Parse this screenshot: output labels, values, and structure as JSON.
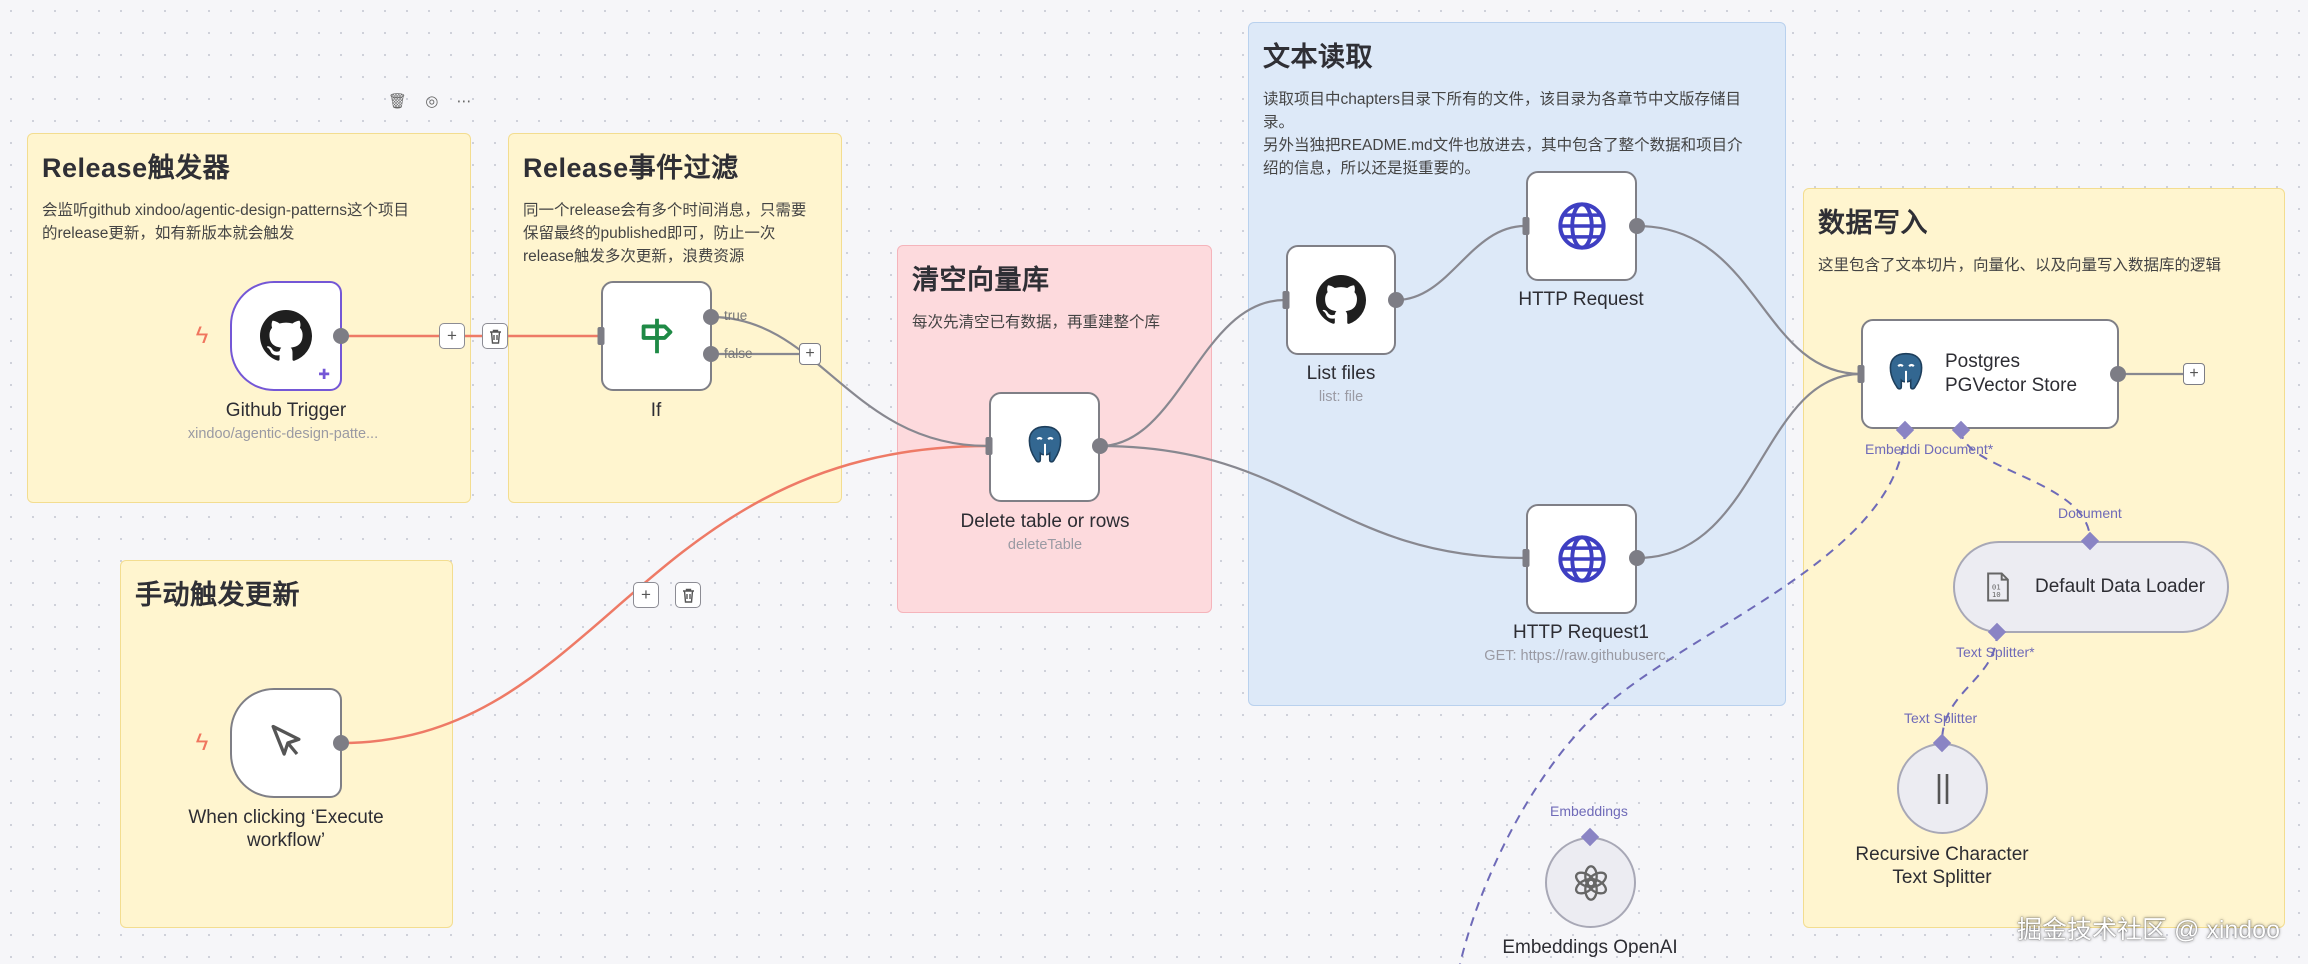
{
  "toolbar": {
    "delete_icon": "🗑",
    "color_icon": "◎",
    "more_icon": "⋯"
  },
  "notes": {
    "release_trigger": {
      "title": "Release触发器",
      "body": "会监听github xindoo/agentic-design-patterns这个项目\n的release更新，如有新版本就会触发"
    },
    "release_filter": {
      "title": "Release事件过滤",
      "body": "同一个release会有多个时间消息，只需要\n保留最终的published即可，防止一次\nrelease触发多次更新，浪费资源"
    },
    "manual_trigger": {
      "title": "手动触发更新",
      "body": ""
    },
    "clear_store": {
      "title": "清空向量库",
      "body": "每次先清空已有数据，再重建整个库"
    },
    "read_text": {
      "title": "文本读取",
      "body": "读取项目中chapters目录下所有的文件，该目录为各章节中文版存储目\n录。\n另外当独把README.md文件也放进去，其中包含了整个数据和项目介\n绍的信息，所以还是挺重要的。"
    },
    "write_data": {
      "title": "数据写入",
      "body": "这里包含了文本切片，向量化、以及向量写入数据库的逻辑"
    }
  },
  "nodes": {
    "github_trigger": {
      "name": "Github Trigger",
      "sub": "xindoo/agentic-design-patte..."
    },
    "if": {
      "name": "If",
      "sub": ""
    },
    "manual": {
      "name": "When clicking ‘Execute\nworkflow’",
      "sub": ""
    },
    "delete": {
      "name": "Delete table or rows",
      "sub": "deleteTable"
    },
    "list_files": {
      "name": "List files",
      "sub": "list: file"
    },
    "http1": {
      "name": "HTTP Request",
      "sub": ""
    },
    "http2": {
      "name": "HTTP Request1",
      "sub": "GET: https://raw.githubuserc..."
    },
    "pgvector": {
      "name": "Postgres\nPGVector Store",
      "sub": ""
    },
    "loader": {
      "name": "Default Data Loader",
      "sub": ""
    },
    "splitter": {
      "name": "Recursive Character\nText Splitter",
      "sub": ""
    },
    "embeddings": {
      "name": "Embeddings OpenAI",
      "sub": ""
    }
  },
  "ports": {
    "if_true": "true",
    "if_false": "false",
    "embedding": "Embeddi",
    "document_req": "Document*",
    "document": "Document",
    "text_splitter_req": "Text Splitter*",
    "text_splitter": "Text Splitter",
    "embeddings": "Embeddings"
  },
  "icons": {
    "github_trigger": "github-icon",
    "if": "signpost-icon",
    "manual": "cursor-icon",
    "delete": "postgres-icon",
    "list_files": "github-icon",
    "http": "globe-icon",
    "pgvector": "postgres-icon",
    "loader": "document-binary-icon",
    "splitter": "split-bars-icon",
    "embeddings": "openai-icon"
  },
  "colors": {
    "active_wire": "#ee7a66",
    "wire": "#888890",
    "ai_wire": "#6e6ab8",
    "selected_border": "#7457d6",
    "github": "#1f1f1f",
    "if_icon": "#1f8a46",
    "http_icon": "#3e3fc2",
    "postgres": "#336791"
  },
  "watermark": "掘金技术社区 @ xindoo"
}
